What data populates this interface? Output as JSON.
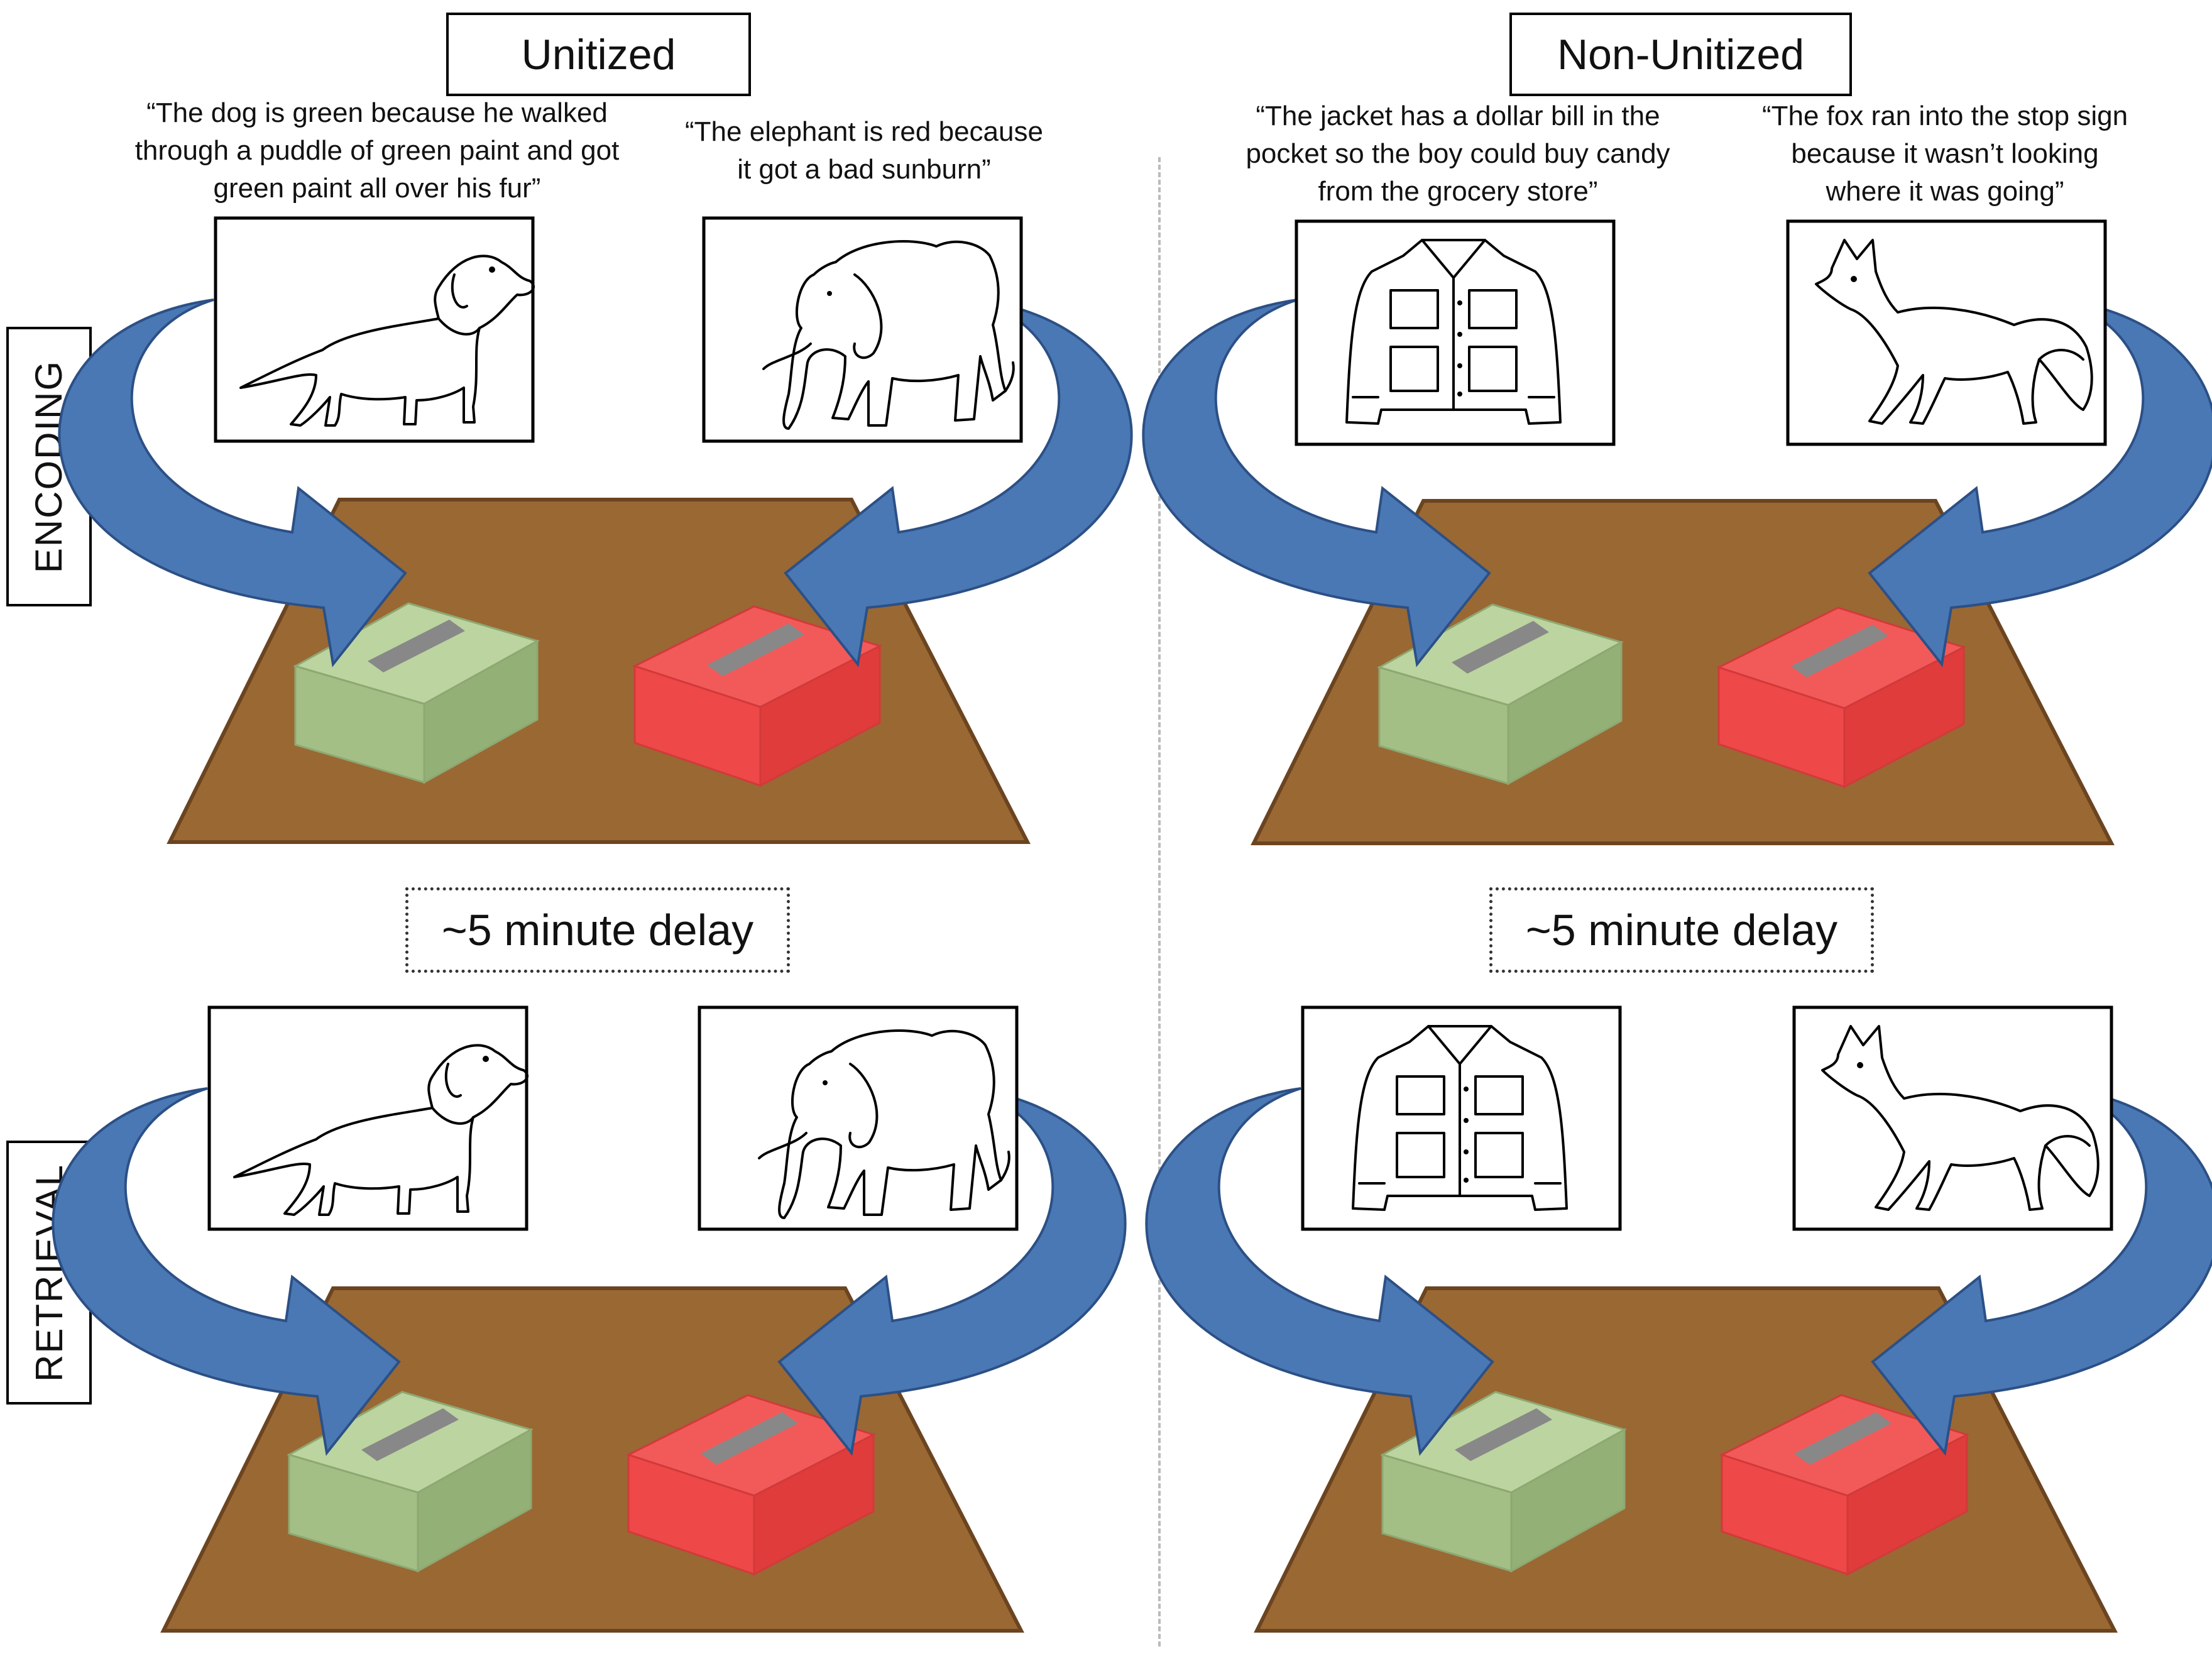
{
  "conditions": [
    {
      "title": "Unitized"
    },
    {
      "title": "Non-Unitized"
    }
  ],
  "phases": {
    "encoding": "ENCODING",
    "retrieval": "RETRIEVAL"
  },
  "quotes": {
    "dog": "“The dog is green because he walked through a puddle of green paint and got green paint all over his fur”",
    "elephant": "“The elephant is red because it got a bad sunburn”",
    "jacket": "“The jacket has a dollar bill in the pocket so the boy could buy candy from the grocery store”",
    "fox": "“The fox ran into the stop sign because it wasn’t looking where it was going”"
  },
  "delay": {
    "left": "~5 minute delay",
    "right": "~5 minute delay"
  },
  "colors": {
    "arrow": "#4a78b5",
    "arrow_stroke": "#2c5085",
    "table": "#9a6833",
    "table_stroke": "#6b4420",
    "box_green": "#a9c48a",
    "box_red": "#ef4c4c",
    "slot": "#8a8a8a"
  },
  "icons": [
    "dog-drawing",
    "elephant-drawing",
    "jacket-drawing",
    "fox-drawing",
    "curved-arrow-icon",
    "green-box",
    "red-box",
    "table"
  ]
}
